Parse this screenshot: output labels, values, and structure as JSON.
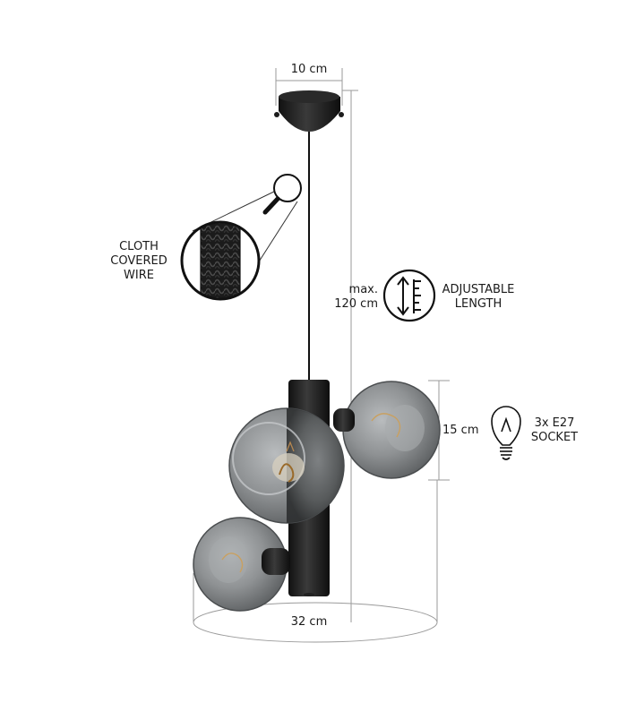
{
  "dimensions": {
    "canopy_width": "10 cm",
    "max_length_line1": "max.",
    "max_length_line2": "120 cm",
    "globe_height": "15 cm",
    "total_width": "32 cm"
  },
  "features": {
    "wire_line1": "CLOTH",
    "wire_line2": "COVERED",
    "wire_line3": "WIRE",
    "length_line1": "ADJUSTABLE",
    "length_line2": "LENGTH",
    "socket_line1": "3x E27",
    "socket_line2": "SOCKET"
  },
  "icons": [
    "magnifier-icon",
    "adjustable-length-icon",
    "light-bulb-icon"
  ],
  "colors": {
    "fixture": "#1c1c1c",
    "glass": "#8a8d8f",
    "dimension_line": "#9a9a9a"
  }
}
